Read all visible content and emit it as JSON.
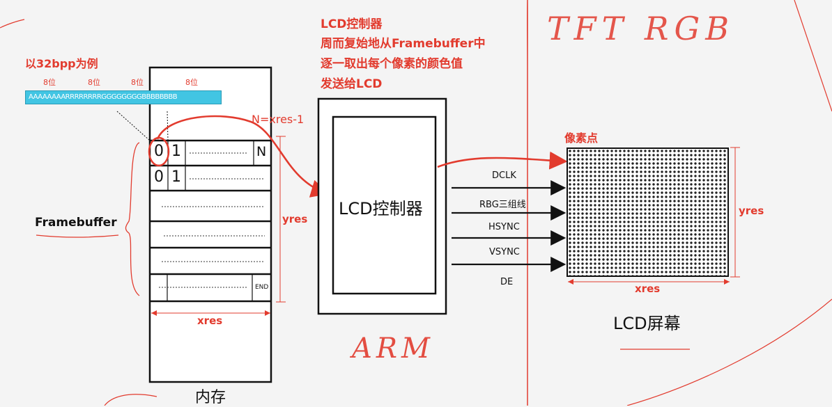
{
  "bpp_example": {
    "title": "以32bpp为例",
    "byte_labels": [
      "8位",
      "8位",
      "8位",
      "8位"
    ],
    "pixel_bits": "AAAAAAAARRRRRRRRGGGGGGGGBBBBBBBB"
  },
  "framebuffer": {
    "label": "Framebuffer",
    "row1": [
      "0",
      "1",
      "N"
    ],
    "row2": [
      "0",
      "1"
    ],
    "end_label": "END",
    "xres_label": "xres",
    "yres_label": "yres",
    "n_label": "N=xres-1",
    "memory_label": "内存"
  },
  "controller": {
    "desc_lines": [
      "LCD控制器",
      "周而复始地从Framebuffer中",
      "逐一取出每个像素的颜色值",
      "发送给LCD"
    ],
    "box_label": "LCD控制器",
    "arm_label": "ARM"
  },
  "signals": [
    "DCLK",
    "RBG三组线",
    "HSYNC",
    "VSYNC",
    "DE"
  ],
  "lcd": {
    "pixel_label": "像素点",
    "xres_label": "xres",
    "yres_label": "yres",
    "screen_label": "LCD屏幕",
    "handwriting": "TFT RGB"
  },
  "colors": {
    "annotation": "#e23b2e",
    "pixel_bar": "#42c5e3",
    "line": "#111111"
  }
}
